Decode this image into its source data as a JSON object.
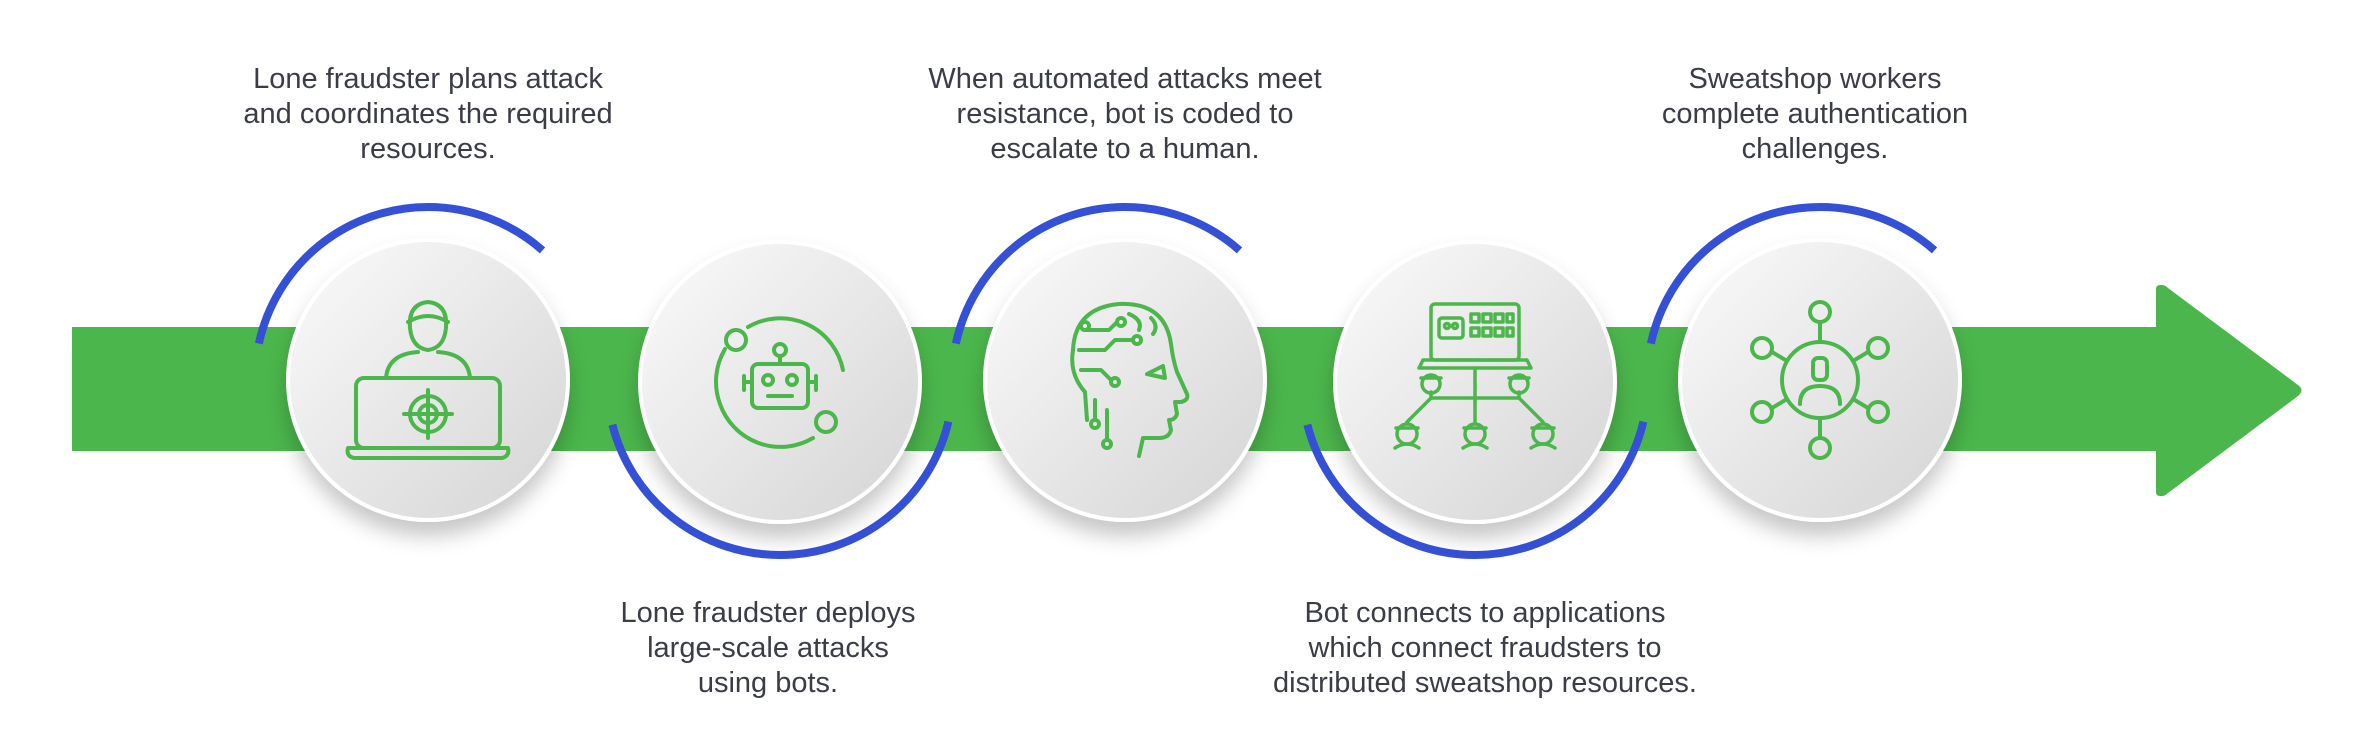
{
  "colors": {
    "arrow": "#4bb64b",
    "ring": "#3450d6",
    "icon": "#4bb64b",
    "text": "#3a3d45",
    "circle_light": "#f7f7f7",
    "circle_dark": "#d7d7d7"
  },
  "steps": [
    {
      "icon": "fraudster-laptop-icon",
      "caption_position": "top",
      "caption_lines": [
        "Lone fraudster plans attack",
        "and coordinates the required",
        "resources."
      ]
    },
    {
      "icon": "robot-cycle-icon",
      "caption_position": "bottom",
      "caption_lines": [
        "Lone fraudster deploys",
        "large-scale attacks",
        "using bots."
      ]
    },
    {
      "icon": "ai-head-icon",
      "caption_position": "top",
      "caption_lines": [
        "When automated attacks meet",
        "resistance, bot is coded to",
        "escalate to a human."
      ]
    },
    {
      "icon": "bot-network-icon",
      "caption_position": "bottom",
      "caption_lines": [
        "Bot connects to applications",
        "which connect fraudsters to",
        "distributed sweatshop resources."
      ]
    },
    {
      "icon": "worker-network-icon",
      "caption_position": "top",
      "caption_lines": [
        "Sweatshop workers",
        "complete authentication",
        "challenges."
      ]
    }
  ]
}
